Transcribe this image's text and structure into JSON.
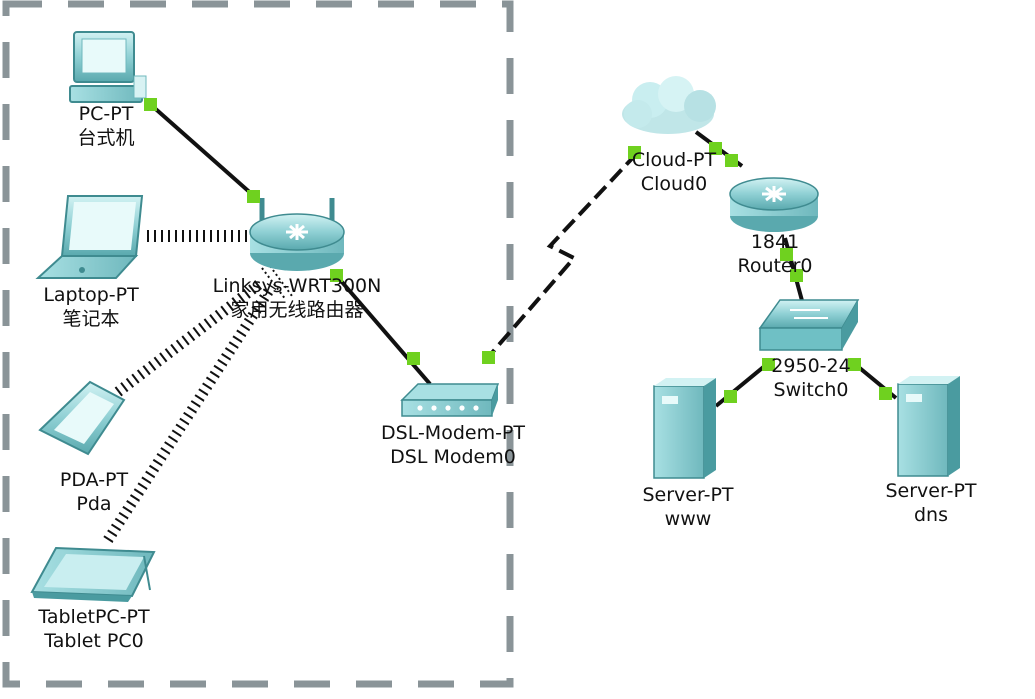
{
  "diagram": {
    "title": "",
    "colors": {
      "cable": "#111111",
      "port": "#6fd11f",
      "boundary": "#8a9498",
      "device": "#7fc4c8",
      "device_light": "#c8eef0",
      "device_dark": "#4a9ba0"
    },
    "nodes": [
      {
        "id": "pc",
        "icon": "desktop-pc-icon",
        "line1": "PC-PT",
        "line2": "台式机"
      },
      {
        "id": "laptop",
        "icon": "laptop-icon",
        "line1": "Laptop-PT",
        "line2": "笔记本"
      },
      {
        "id": "pda",
        "icon": "pda-icon",
        "line1": "PDA-PT",
        "line2": "Pda"
      },
      {
        "id": "tablet",
        "icon": "tablet-icon",
        "line1": "TabletPC-PT",
        "line2": "Tablet PC0"
      },
      {
        "id": "wrt",
        "icon": "wireless-router-icon",
        "line1": "Linksys-WRT300N",
        "line2": "家用无线路由器"
      },
      {
        "id": "modem",
        "icon": "dsl-modem-icon",
        "line1": "DSL-Modem-PT",
        "line2": "DSL Modem0"
      },
      {
        "id": "cloud",
        "icon": "cloud-icon",
        "line1": "Cloud-PT",
        "line2": "Cloud0"
      },
      {
        "id": "router",
        "icon": "router-icon",
        "line1": "1841",
        "line2": "Router0"
      },
      {
        "id": "switch",
        "icon": "switch-icon",
        "line1": "2950-24",
        "line2": "Switch0"
      },
      {
        "id": "www",
        "icon": "server-icon",
        "line1": "Server-PT",
        "line2": "www"
      },
      {
        "id": "dns",
        "icon": "server-icon",
        "line1": "Server-PT",
        "line2": "dns"
      }
    ],
    "links": [
      {
        "from": "pc",
        "to": "wrt",
        "type": "straight"
      },
      {
        "from": "wrt",
        "to": "modem",
        "type": "straight"
      },
      {
        "from": "modem",
        "to": "cloud",
        "type": "serial-dashed"
      },
      {
        "from": "cloud",
        "to": "router",
        "type": "straight"
      },
      {
        "from": "router",
        "to": "switch",
        "type": "straight"
      },
      {
        "from": "switch",
        "to": "www",
        "type": "straight"
      },
      {
        "from": "switch",
        "to": "dns",
        "type": "straight"
      },
      {
        "from": "laptop",
        "to": "wrt",
        "type": "wireless"
      },
      {
        "from": "pda",
        "to": "wrt",
        "type": "wireless"
      },
      {
        "from": "tablet",
        "to": "wrt",
        "type": "wireless"
      }
    ]
  }
}
